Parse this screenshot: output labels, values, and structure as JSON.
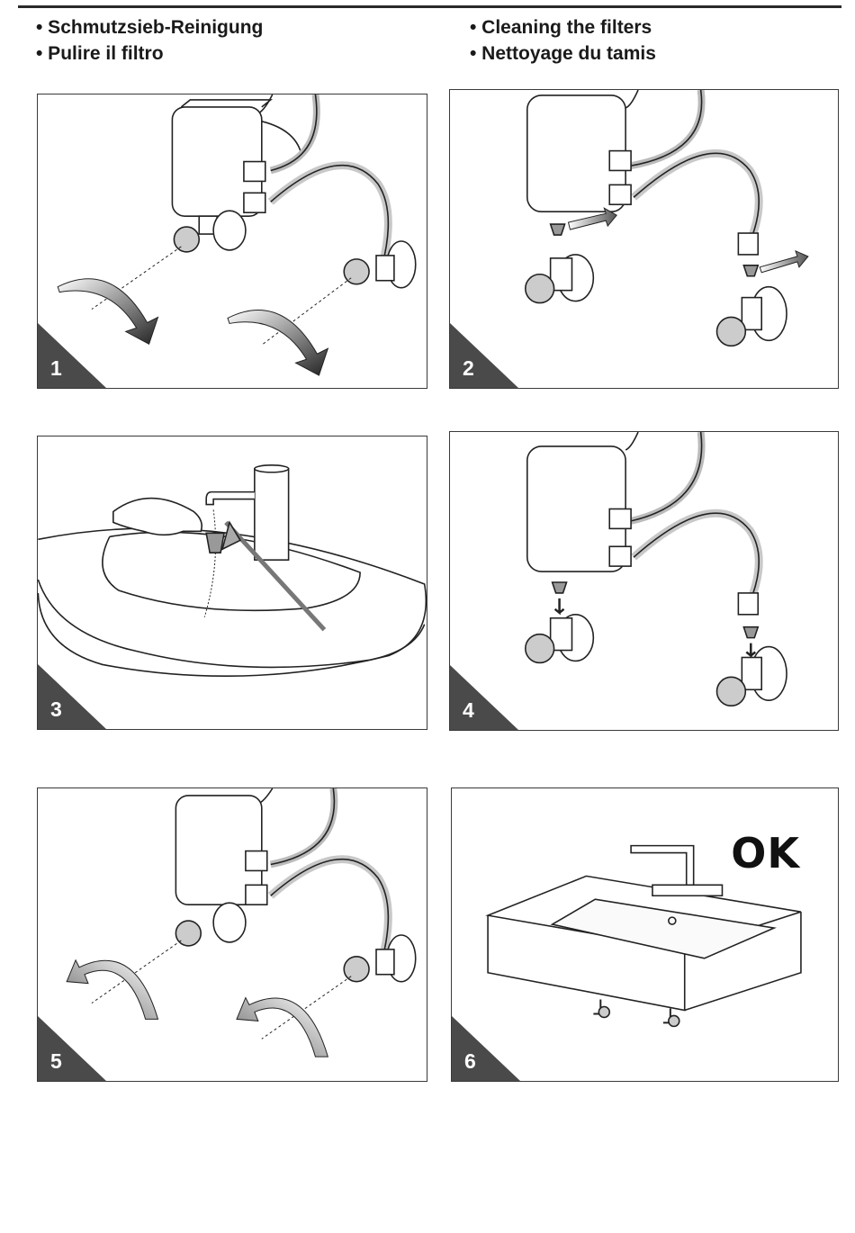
{
  "header": {
    "left": [
      "• Schmutzsieb-Reinigung",
      "• Pulire il filtro"
    ],
    "right": [
      "• Cleaning the filters",
      "• Nettoyage du tamis"
    ]
  },
  "steps": [
    {
      "number": "1",
      "illustration": "close-valves"
    },
    {
      "number": "2",
      "illustration": "remove-filters"
    },
    {
      "number": "3",
      "illustration": "clean-filter"
    },
    {
      "number": "4",
      "illustration": "insert-filters"
    },
    {
      "number": "5",
      "illustration": "open-valves"
    },
    {
      "number": "6",
      "illustration": "washbasin-ok",
      "label": "OK"
    }
  ],
  "colors": {
    "line": "#222222",
    "corner": "#4a4a4a",
    "arrow_fill": "#8a8a8a"
  }
}
